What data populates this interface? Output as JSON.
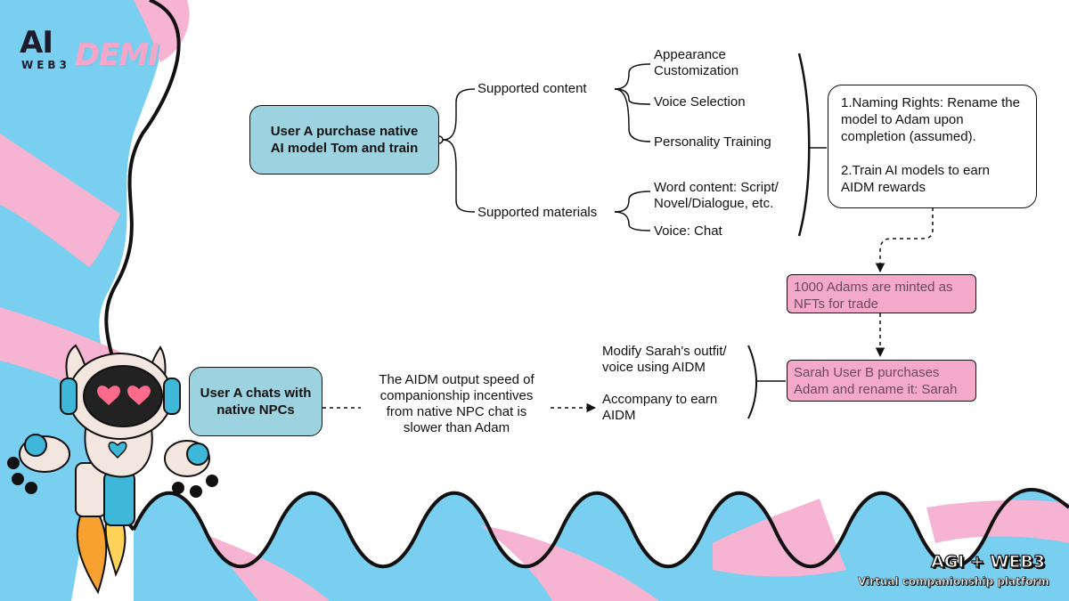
{
  "brand": {
    "logo_top": "AI",
    "logo_accent": "DEMI",
    "logo_sub": "WEB3",
    "footer_title": "AGI + WEB3",
    "footer_tagline": "Virtual companionship platform"
  },
  "colors": {
    "blue": "#79cff0",
    "pink": "#f7b3d2",
    "node_blue": "#9dd3e1",
    "box_pink": "#f5a9c9"
  },
  "diagram": {
    "root": "User A purchase native AI model Tom and train",
    "branch_content": "Supported content",
    "branch_materials": "Supported materials",
    "content_items": [
      "Appearance\nCustomization",
      "Voice Selection",
      "Personality Training"
    ],
    "material_items": [
      "Word content: Script/\nNovel/Dialogue, etc.",
      "Voice: Chat"
    ],
    "rights_box": "1.Naming Rights: Rename the model to Adam upon completion (assumed).\n\n2.Train AI models to earn AIDM rewards",
    "mint_box": "1000 Adams are minted as NFTs for trade",
    "purchase_box": "Sarah User B purchases Adam and rename it: Sarah",
    "chat_node": "User A chats with native NPCs",
    "speed_text": "The AIDM output speed of companionship incentives from native NPC chat is slower than Adam",
    "outcomes": [
      "Modify Sarah's outfit/\nvoice using AIDM",
      "Accompany to earn\nAIDM"
    ]
  }
}
